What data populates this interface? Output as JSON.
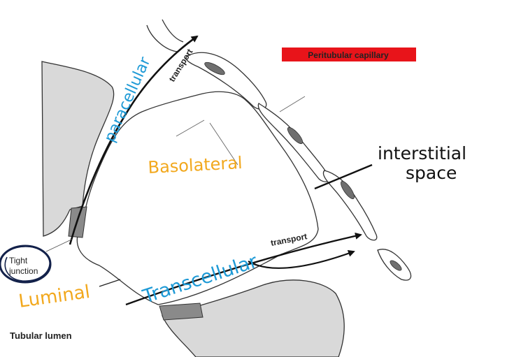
{
  "labels": {
    "peritubular_capillary": "Peritubular capillary",
    "paracellular": "paracellular",
    "paracellular_transport": "transport",
    "basolateral": "Basolateral",
    "interstitial_line1": "interstitial",
    "interstitial_line2": "space",
    "tight_line1": "Tight",
    "tight_line2": "junction",
    "luminal": "Luminal",
    "transcellular": "Transcellular",
    "transcellular_transport": "transport",
    "tubular_lumen": "Tubular lumen"
  },
  "colors": {
    "highlight_red": "#e8141a",
    "annotation_blue": "#1e9ad6",
    "annotation_yellow": "#f2a81d",
    "circle_navy": "#13214a",
    "cell_gray": "#d9d9d9",
    "junction_gray": "#8a8a8a",
    "nucleus_gray": "#6f6f6f"
  }
}
